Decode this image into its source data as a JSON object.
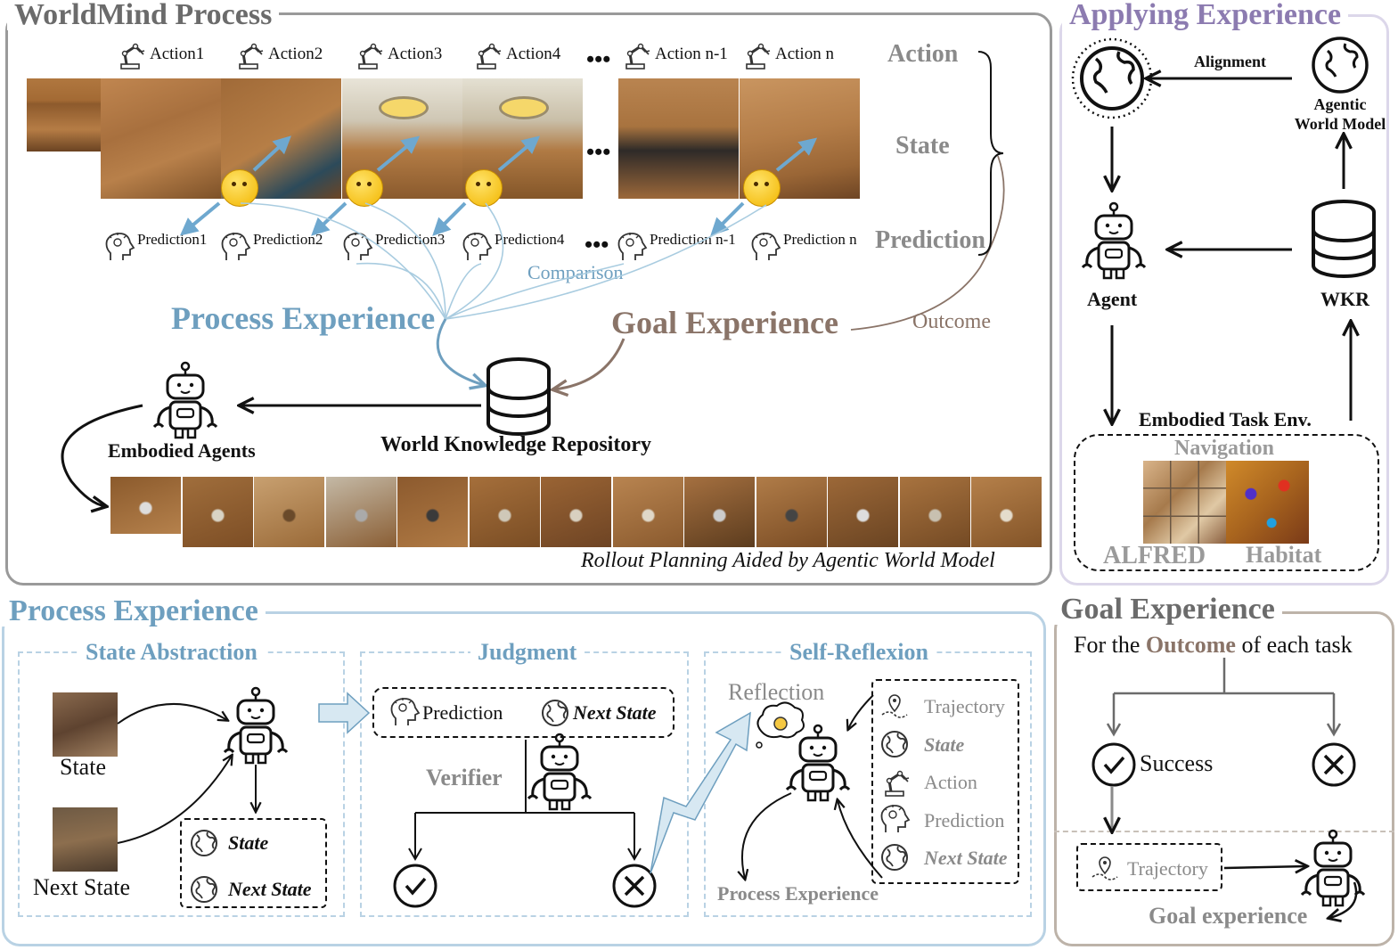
{
  "left_panel": {
    "title": "WorldMind Process",
    "actions": [
      "Action1",
      "Action2",
      "Action3",
      "Action4",
      "Action n-1",
      "Action n"
    ],
    "ellipsis": "•••",
    "predictions": [
      "Prediction1",
      "Prediction2",
      "Prediction3",
      "Prediction4",
      "Prediction n-1",
      "Prediction n"
    ],
    "row_labels": {
      "action": "Action",
      "state": "State",
      "prediction": "Prediction"
    },
    "comparison": "Comparison",
    "outcome": "Outcome",
    "process_experience": "Process Experience",
    "goal_experience": "Goal Experience",
    "embodied_agents": "Embodied Agents",
    "world_knowledge_repository": "World Knowledge Repository",
    "rollout_caption": "Rollout Planning Aided by Agentic World Model"
  },
  "right_top_panel": {
    "title": "Applying Experience",
    "alignment": "Alignment",
    "agentic_world_model": "Agentic World Model",
    "agent": "Agent",
    "wkr": "WKR",
    "embodied_task_env": "Embodied Task Env.",
    "navigation": "Navigation",
    "alfred": "ALFRED",
    "habitat": "Habitat"
  },
  "bottom_left_panel": {
    "title": "Process Experience",
    "state_abstraction": {
      "title": "State Abstraction",
      "state": "State",
      "next_state": "Next State",
      "box_state": "State",
      "box_next_state": "Next State"
    },
    "judgment": {
      "title": "Judgment",
      "prediction": "Prediction",
      "next_state": "Next State",
      "verifier": "Verifier"
    },
    "self_reflexion": {
      "title": "Self-Reflexion",
      "reflection": "Reflection",
      "items": [
        "Trajectory",
        "State",
        "Action",
        "Prediction",
        "Next State"
      ],
      "process_experience": "Process Experience"
    }
  },
  "bottom_right_panel": {
    "title": "Goal Experience",
    "outcome_line_pre": "For the ",
    "outcome_word": "Outcome",
    "outcome_line_post": " of each task",
    "success": "Success",
    "trajectory": "Trajectory",
    "goal_experience": "Goal experience"
  },
  "colors": {
    "gray_border": "#9a9a9a",
    "gray_text": "#8a8a8a",
    "purple": "#8c7bb0",
    "light_blue": "#6e9fbf",
    "light_blue_border": "#b9d2e4",
    "brown": "#8a7468",
    "tan_border": "#bdb3a9",
    "goal_gray": "#6b6b6b"
  }
}
